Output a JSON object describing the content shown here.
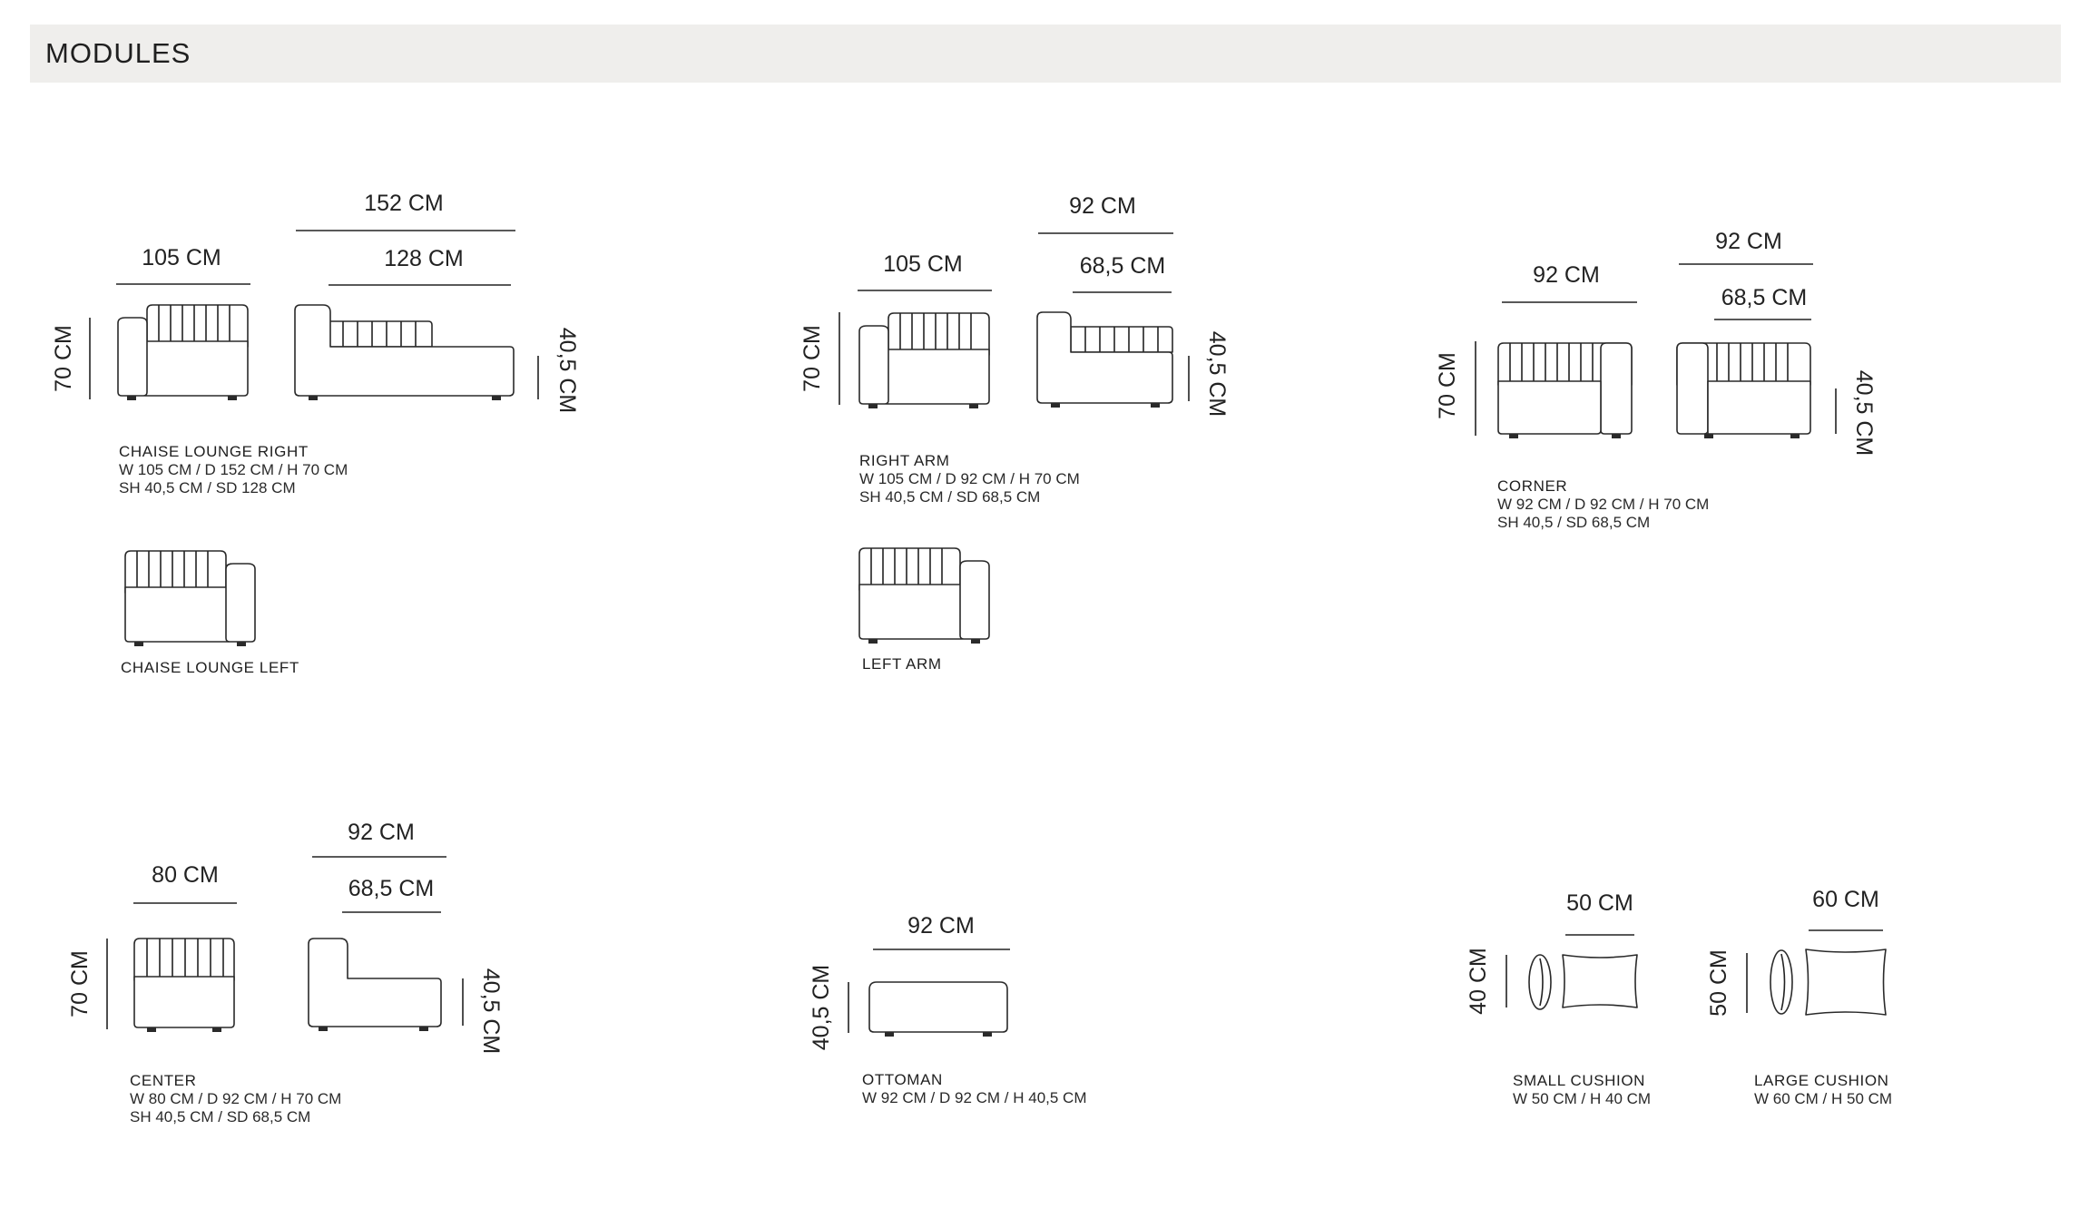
{
  "section_title": "MODULES",
  "modules": {
    "chaise_right": {
      "title": "CHAISE LOUNGE RIGHT",
      "spec1": "W 105 CM / D 152 CM / H 70 CM",
      "spec2": "SH 40,5 CM / SD 128 CM",
      "dims": {
        "front_width": "105 CM",
        "side_depth": "152 CM",
        "seat_depth": "128 CM",
        "height": "70 CM",
        "seat_height": "40,5 CM"
      }
    },
    "chaise_left": {
      "title": "CHAISE LOUNGE LEFT"
    },
    "right_arm": {
      "title": "RIGHT ARM",
      "spec1": "W 105 CM / D 92 CM / H 70 CM",
      "spec2": "SH 40,5 CM / SD 68,5 CM",
      "dims": {
        "front_width": "105 CM",
        "side_depth": "92 CM",
        "seat_depth": "68,5 CM",
        "height": "70 CM",
        "seat_height": "40,5 CM"
      }
    },
    "left_arm": {
      "title": "LEFT ARM"
    },
    "corner": {
      "title": "CORNER",
      "spec1": "W 92 CM / D 92 CM / H 70 CM",
      "spec2": "SH 40,5 / SD 68,5 CM",
      "dims": {
        "front_width": "92 CM",
        "side_depth": "92 CM",
        "seat_depth": "68,5 CM",
        "height": "70 CM",
        "seat_height": "40,5 CM"
      }
    },
    "center": {
      "title": "CENTER",
      "spec1": "W 80 CM / D 92 CM / H 70 CM",
      "spec2": "SH 40,5 CM / SD 68,5 CM",
      "dims": {
        "front_width": "80 CM",
        "side_depth": "92 CM",
        "seat_depth": "68,5 CM",
        "height": "70 CM",
        "seat_height": "40,5 CM"
      }
    },
    "ottoman": {
      "title": "OTTOMAN",
      "spec1": "W 92 CM / D  92 CM / H 40,5 CM",
      "dims": {
        "width": "92 CM",
        "height": "40,5 CM"
      }
    },
    "small_cushion": {
      "title": "SMALL CUSHION",
      "spec1": "W 50 CM / H 40 CM",
      "dims": {
        "width": "50 CM",
        "height": "40 CM"
      }
    },
    "large_cushion": {
      "title": "LARGE CUSHION",
      "spec1": "W 60 CM / H 50 CM",
      "dims": {
        "width": "60 CM",
        "height": "50 CM"
      }
    }
  }
}
